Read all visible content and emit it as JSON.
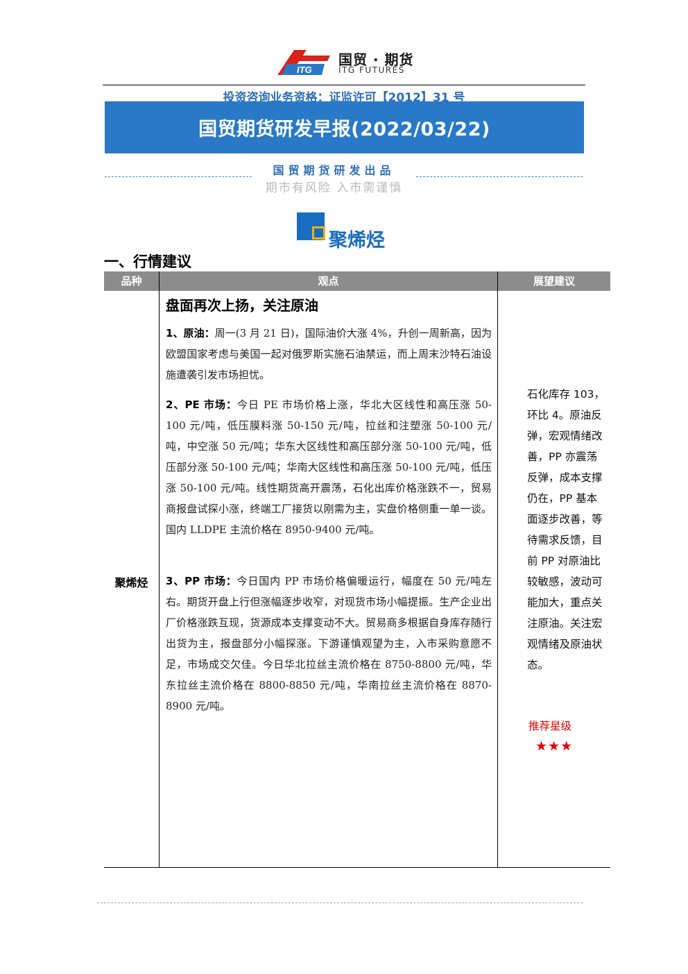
{
  "header": {
    "logo_cn": "国贸 · 期货",
    "logo_en": "ITG FUTURES",
    "logo_mark_text": "ITG",
    "license": "投资咨询业务资格：证监许可【2012】31 号",
    "report_title": "国贸期货研发早报(2022/03/22)",
    "producer": "国贸期货研发出品",
    "risk_warning": "期市有风险  入市需谨慎"
  },
  "section": {
    "title": "聚烯烃",
    "advice_heading": "一、行情建议"
  },
  "table": {
    "headers": {
      "variety": "品种",
      "view": "观点",
      "outlook": "展望建议"
    },
    "variety": "聚烯烃",
    "view_title": "盘面再次上扬，关注原油",
    "paragraphs": [
      {
        "label": "1、原油：",
        "text": "周一(3 月 21 日)，国际油价大涨 4%，升创一周新高，因为欧盟国家考虑与美国一起对俄罗斯实施石油禁运，而上周末沙特石油设施遭袭引发市场担忧。"
      },
      {
        "label": "2、PE 市场：",
        "text": "今日 PE 市场价格上涨，华北大区线性和高压涨 50-100 元/吨，低压膜料涨 50-150 元/吨，拉丝和注塑涨 50-100 元/吨，中空涨 50 元/吨；华东大区线性和高压部分涨 50-100 元/吨，低压部分涨 50-100 元/吨；华南大区线性和高压涨 50-100 元/吨，低压涨 50-100 元/吨。线性期货高开震荡，石化出库价格涨跌不一，贸易商报盘试探小涨，终端工厂接货以刚需为主，实盘价格侧重一单一谈。国内 LLDPE 主流价格在 8950-9400 元/吨。"
      },
      {
        "label": "3、PP 市场：",
        "text": "今日国内 PP 市场价格偏暖运行，幅度在 50 元/吨左右。期货开盘上行但涨幅逐步收窄，对现货市场小幅提振。生产企业出厂价格涨跌互现，货源成本支撑变动不大。贸易商多根据自身库存随行出货为主，报盘部分小幅探涨。下游谨慎观望为主，入市采购意愿不足，市场成交欠佳。今日华北拉丝主流价格在 8750-8800 元/吨，华东拉丝主流价格在 8800-8850 元/吨，华南拉丝主流价格在 8870-8900 元/吨。"
      }
    ],
    "outlook": "石化库存 103，环比 4。原油反弹，宏观情绪改善，PP 亦震荡反弹，成本支撑仍在，PP 基本面逐步改善，等待需求反馈，目前 PP 对原油比较敏感，波动可能加大，重点关注原油。关注宏观情绪及原油状态。",
    "rating_label": "推荐星级",
    "rating_stars": "★★★"
  },
  "colors": {
    "brand_blue": "#2979c6",
    "accent_yellow": "#f0b400",
    "logo_red": "#d9221a",
    "rating_red": "#e00000",
    "header_gray": "#8c8c8c"
  }
}
